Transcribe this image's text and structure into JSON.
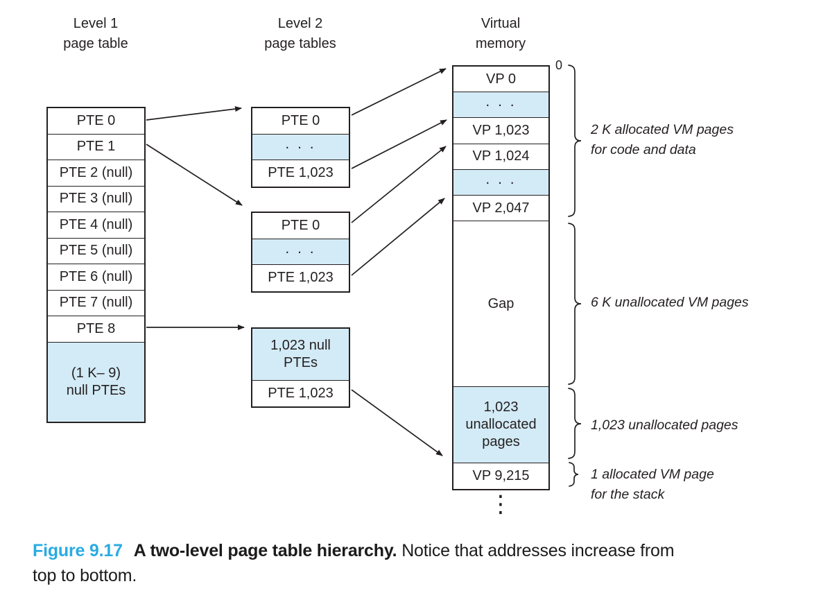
{
  "columns": {
    "level1": {
      "title": "Level 1\npage table",
      "rows": [
        "PTE 0",
        "PTE 1",
        "PTE 2 (null)",
        "PTE 3 (null)",
        "PTE 4 (null)",
        "PTE 5 (null)",
        "PTE 6 (null)",
        "PTE 7 (null)",
        "PTE 8",
        "(1 K– 9)\nnull PTEs"
      ]
    },
    "level2": {
      "title": "Level 2\npage tables",
      "tables": [
        {
          "rows": [
            "PTE 0",
            ". . .",
            "PTE 1,023"
          ]
        },
        {
          "rows": [
            "PTE 0",
            ". . .",
            "PTE 1,023"
          ]
        },
        {
          "rows": [
            "1,023 null\nPTEs",
            "PTE 1,023"
          ]
        }
      ]
    },
    "vm": {
      "title": "Virtual\nmemory",
      "rows": [
        "VP 0",
        ". . .",
        "VP 1,023",
        "VP 1,024",
        ". . .",
        "VP 2,047",
        "Gap",
        "1,023\nunallocated\npages",
        "VP 9,215"
      ]
    }
  },
  "labels": {
    "zero": "0",
    "vdots": "⋮",
    "annotations": [
      "2 K allocated VM pages\nfor code and data",
      "6 K unallocated VM pages",
      "1,023 unallocated pages",
      "1 allocated VM page\nfor the stack"
    ]
  },
  "caption": {
    "figure_label": "Figure 9.17",
    "title": "A two-level page table hierarchy.",
    "body_line1": "Notice that addresses increase from",
    "body_line2": "top to bottom."
  },
  "colors": {
    "shaded_cell": "#d3ebf6",
    "line": "#231f20",
    "caption_accent": "#29abe2"
  }
}
